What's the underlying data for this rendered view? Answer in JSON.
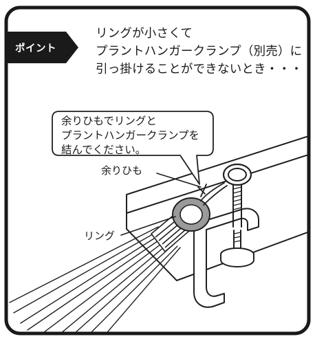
{
  "badge": {
    "label": "ポイント"
  },
  "heading": {
    "lines": [
      "リングが小さくて",
      "プラントハンガークランプ（別売）に",
      "引っ掛けることができないとき・・・"
    ]
  },
  "bubble": {
    "lines": [
      "余りひもでリングと",
      "プラントハンガークランプを",
      "結んでください。"
    ]
  },
  "labels": {
    "spare_cord": "余りひも",
    "ring": "リング"
  },
  "colors": {
    "frame": "#1a1a1a",
    "badge": "#1a1a1a",
    "line": "#1f1f1f",
    "ring_fill": "#9a9a9a",
    "paper": "#ffffff"
  }
}
